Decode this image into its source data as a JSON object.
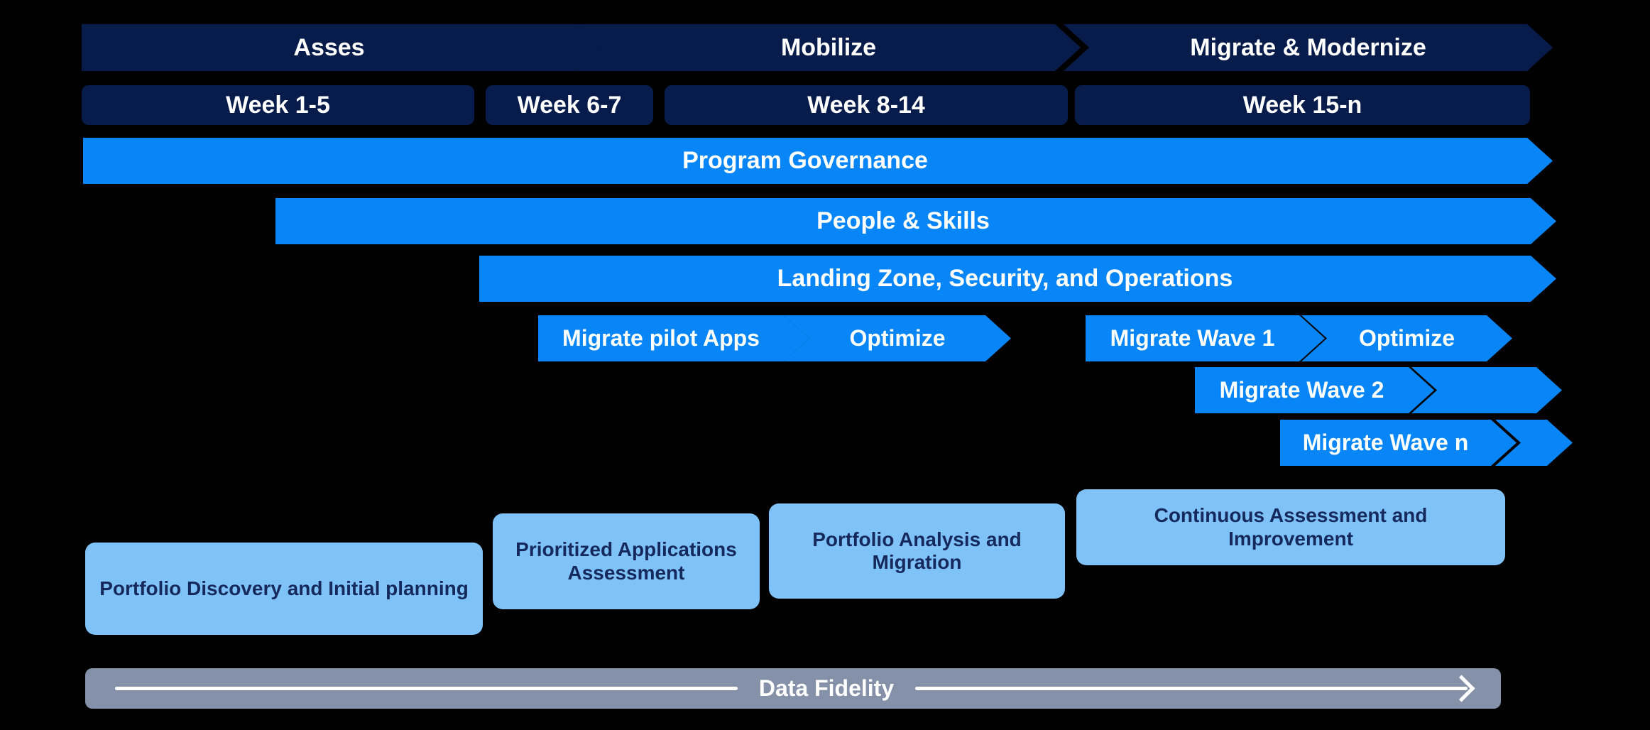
{
  "colors": {
    "bg": "#000000",
    "navy": "#081c4c",
    "blue": "#0886f8",
    "light_blue": "#7ec2f8",
    "box_text": "#16295c",
    "gray": "#8591a8",
    "text_white": "#ffffff"
  },
  "phases": [
    {
      "label": "Asses"
    },
    {
      "label": "Mobilize"
    },
    {
      "label": "Migrate & Modernize"
    }
  ],
  "weeks": [
    {
      "label": "Week 1-5"
    },
    {
      "label": "Week 6-7"
    },
    {
      "label": "Week 8-14"
    },
    {
      "label": "Week 15-n"
    }
  ],
  "streams": [
    {
      "label": "Program Governance"
    },
    {
      "label": "People & Skills"
    },
    {
      "label": "Landing Zone, Security, and Operations"
    }
  ],
  "waves": {
    "pilot": "Migrate pilot Apps",
    "pilot_optimize": "Optimize",
    "wave1": "Migrate Wave 1",
    "wave1_optimize": "Optimize",
    "wave2": "Migrate Wave 2",
    "wave_n": "Migrate Wave n"
  },
  "deliverables": [
    {
      "label": "Portfolio Discovery and Initial planning"
    },
    {
      "label": "Prioritized Applications Assessment"
    },
    {
      "label": "Portfolio Analysis and Migration"
    },
    {
      "label": "Continuous Assessment and Improvement"
    }
  ],
  "footer": {
    "label": "Data Fidelity"
  }
}
